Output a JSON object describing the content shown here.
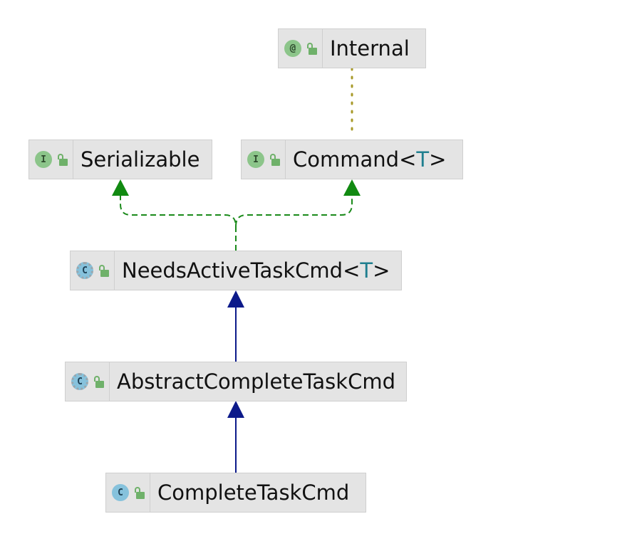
{
  "nodes": {
    "internal": {
      "kind": "@",
      "name": "Internal"
    },
    "serializable": {
      "kind": "I",
      "name": "Serializable"
    },
    "command": {
      "kind": "I",
      "name": "Command",
      "lt": "<",
      "tparam": "T",
      "gt": ">"
    },
    "needsActive": {
      "kind": "C",
      "name": "NeedsActiveTaskCmd",
      "lt": "<",
      "tparam": "T",
      "gt": ">"
    },
    "abstractComplete": {
      "kind": "C",
      "name": "AbstractCompleteTaskCmd"
    },
    "complete": {
      "kind": "C",
      "name": "CompleteTaskCmd"
    }
  },
  "colors": {
    "implements_edge": "#1a8a1a",
    "extends_edge": "#0c1a8a",
    "annotation_edge": "#a89a2a",
    "node_fill": "#e4e4e4",
    "type_param": "#1f7f8f"
  }
}
